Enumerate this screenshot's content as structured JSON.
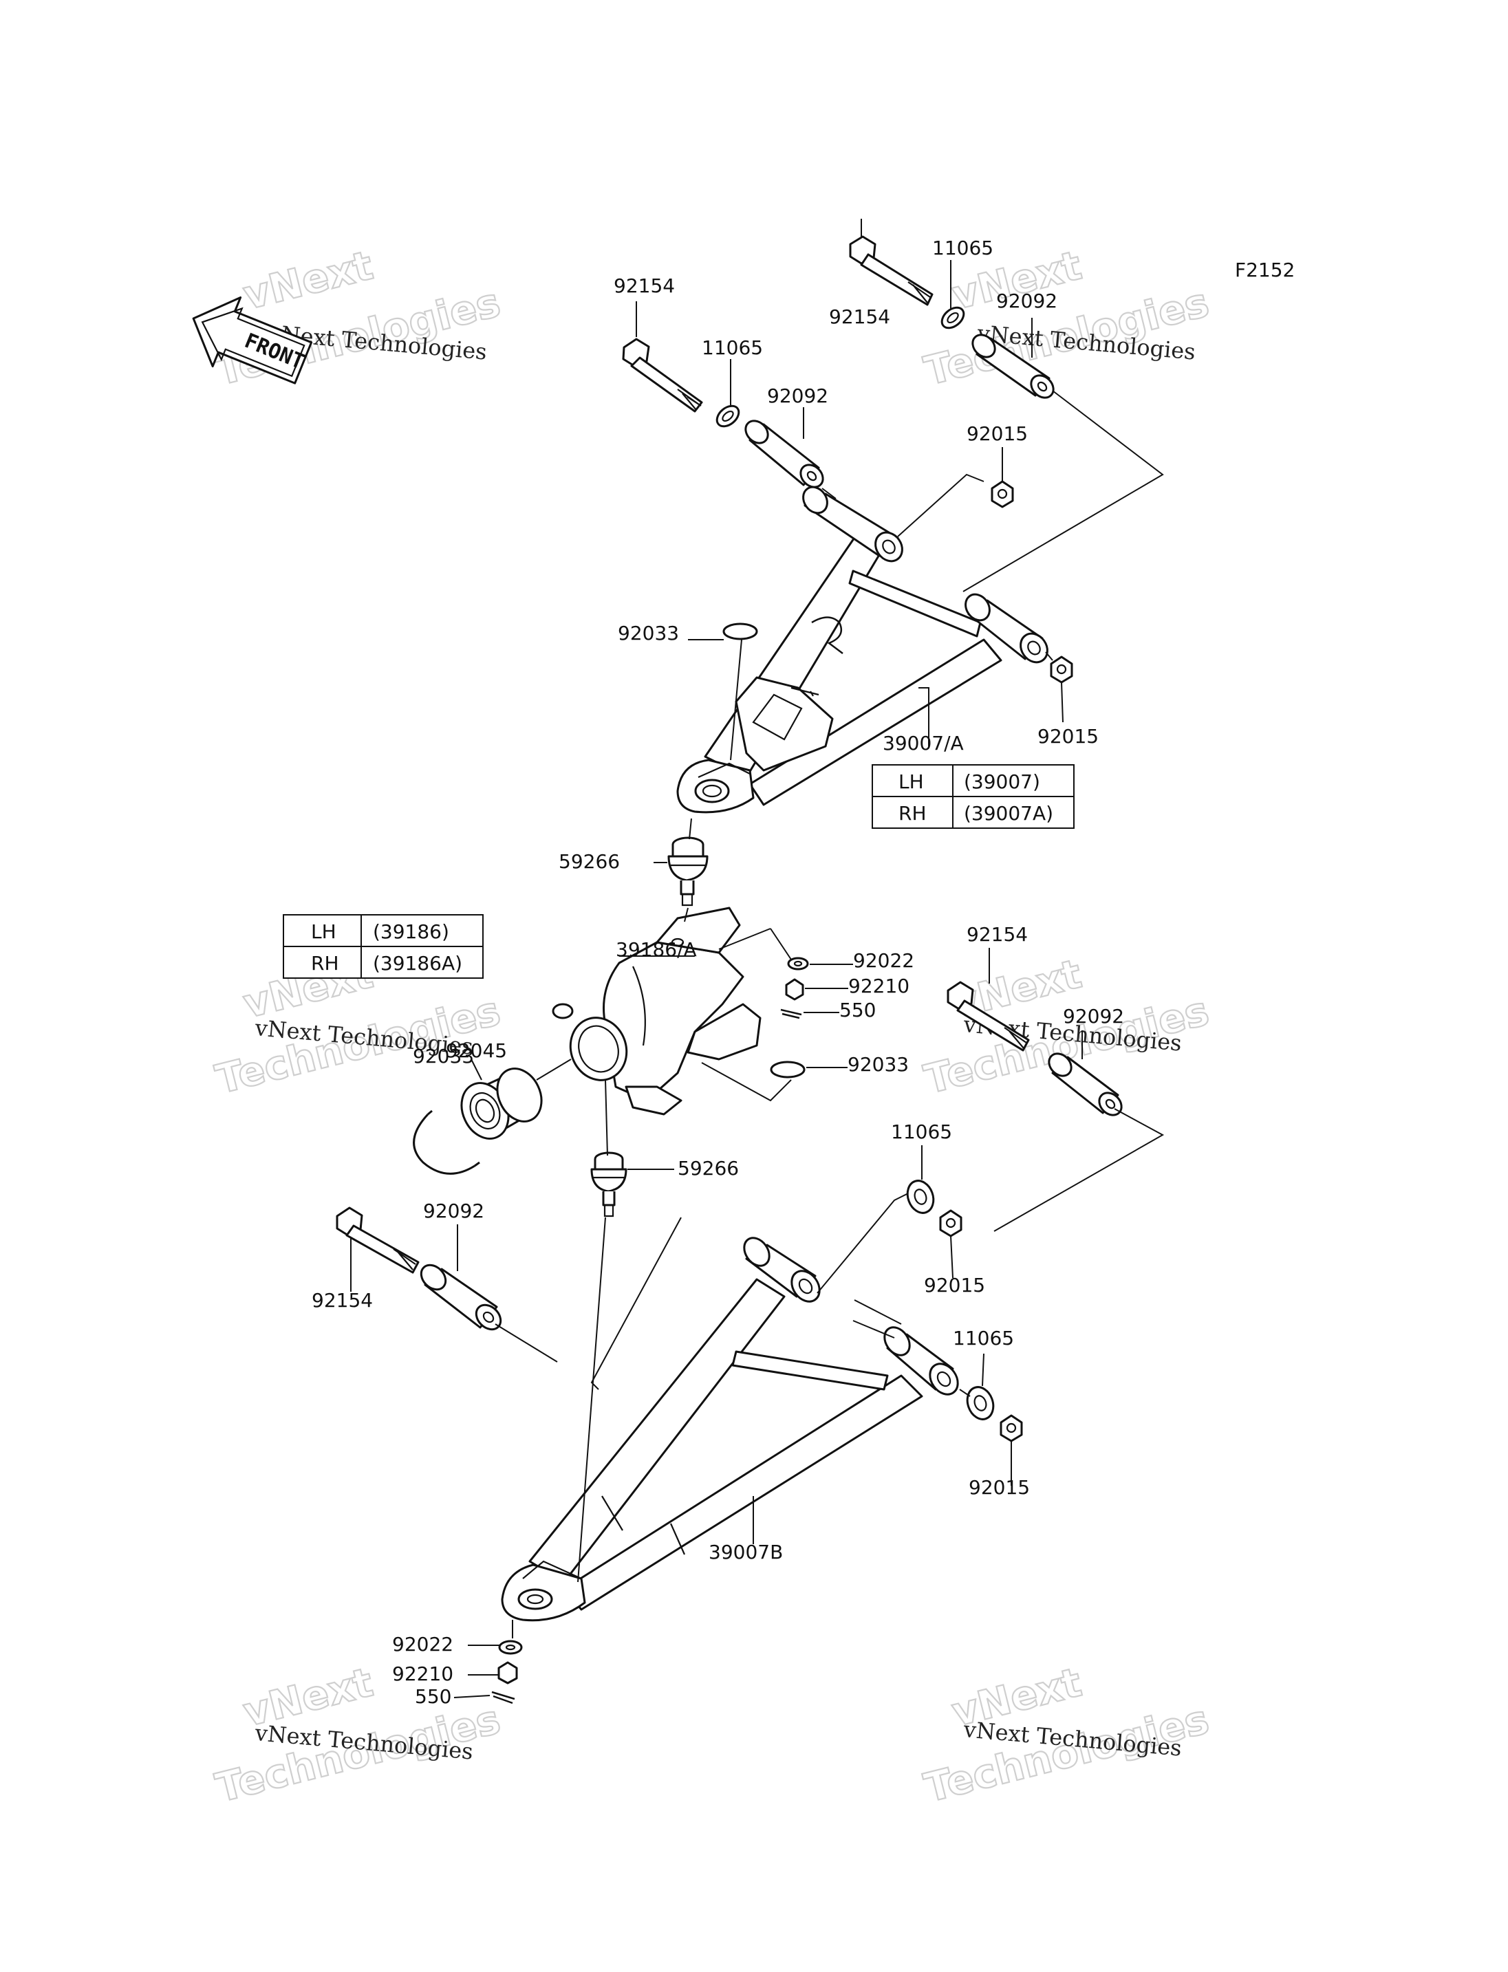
{
  "figure_code": "F2152",
  "front_arrow": "FRONT",
  "watermark": {
    "line1": "vNext Technologies",
    "line2": "vNext",
    "line3": "Technologies"
  },
  "labels": {
    "bolt_upper_left": "92154",
    "bolt_upper_right": "92154",
    "washer_upper_left": "11065",
    "washer_upper_right": "11065",
    "bushing_upper_left": "92092",
    "bushing_upper_right": "92092",
    "nut_upper_1": "92015",
    "nut_upper_2": "92015",
    "circlip_upper": "92033",
    "upper_arm": "39007/A",
    "balljoint_upper": "59266",
    "knuckle": "39186/A",
    "washer_knuckle": "92022",
    "nut_knuckle": "92210",
    "pin_knuckle": "550",
    "circlip_knuckle": "92033",
    "bearing": "92045",
    "snapring": "92033",
    "balljoint_lower": "59266",
    "bolt_mid_right": "92154",
    "bushing_mid_right": "92092",
    "washer_lower_1": "11065",
    "nut_lower_1": "92015",
    "washer_lower_2": "11065",
    "nut_lower_2": "92015",
    "bolt_lower_left": "92154",
    "bushing_lower_left": "92092",
    "lower_arm": "39007B",
    "washer_bottom": "92022",
    "nut_bottom": "92210",
    "pin_bottom": "550"
  },
  "arm_table": {
    "rows": [
      {
        "side": "LH",
        "part": "(39007)"
      },
      {
        "side": "RH",
        "part": "(39007A)"
      }
    ]
  },
  "knuckle_table": {
    "rows": [
      {
        "side": "LH",
        "part": "(39186)"
      },
      {
        "side": "RH",
        "part": "(39186A)"
      }
    ]
  }
}
